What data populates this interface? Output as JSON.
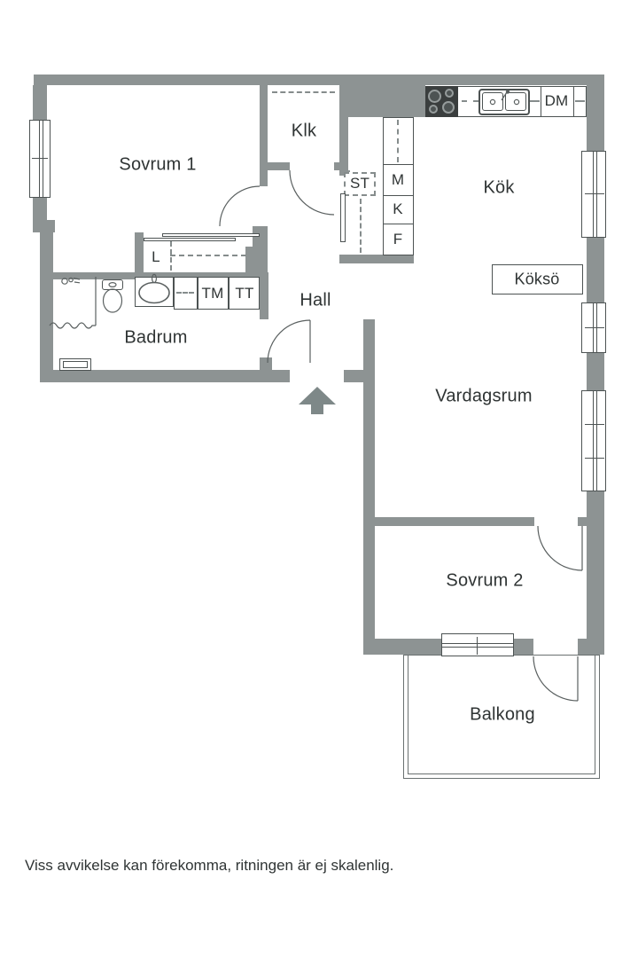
{
  "colors": {
    "wall": "#8d9393",
    "line": "#4d5353",
    "text": "#2f3434",
    "stove": "#3a3e3e",
    "arrow": "#7e8888",
    "background": "#ffffff"
  },
  "rooms": {
    "sovrum1": "Sovrum 1",
    "klk": "Klk",
    "kok": "Kök",
    "hall": "Hall",
    "badrum": "Badrum",
    "vardagsrum": "Vardagsrum",
    "sovrum2": "Sovrum 2",
    "balkong": "Balkong"
  },
  "labels": {
    "kokso": "Köksö",
    "st": "ST",
    "m": "M",
    "k": "K",
    "f": "F",
    "dm": "DM",
    "l": "L",
    "tm": "TM",
    "tt": "TT"
  },
  "footer": {
    "disclaimer": "Viss avvikelse kan förekomma, ritningen är ej skalenlig."
  }
}
